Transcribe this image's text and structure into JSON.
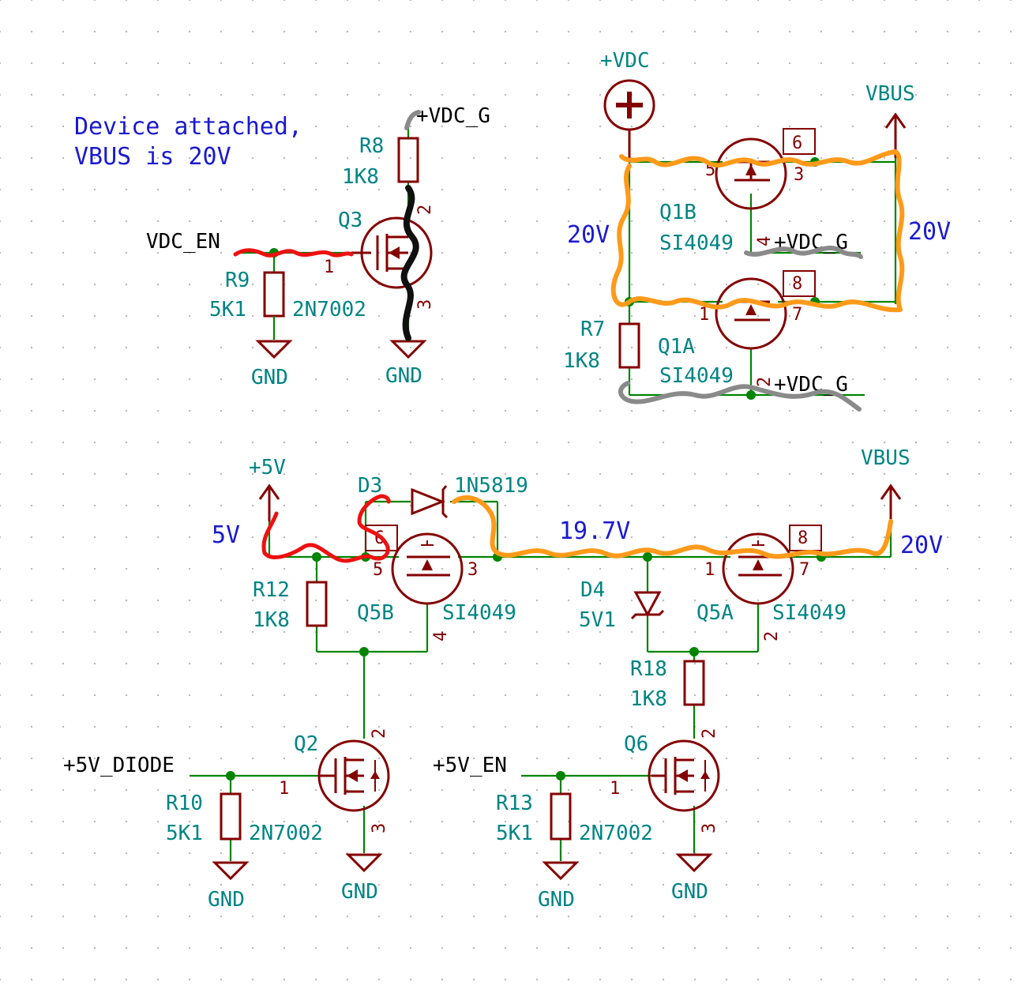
{
  "notes": {
    "device_line1": "Device attached,",
    "device_line2": "VBUS is 20V",
    "v20_left": "20V",
    "v20_right": "20V",
    "v5": "5V",
    "v19_7": "19.7V",
    "v20_bottom": "20V"
  },
  "nets": {
    "vdc_g_top": "+VDC_G",
    "vdc_en": "VDC_EN",
    "vdc": "+VDC",
    "vbus_top": "VBUS",
    "vdc_g_q1b": "+VDC_G",
    "vdc_g_q1a": "+VDC_G",
    "p5v": "+5V",
    "vbus_bottom": "VBUS",
    "p5v_diode": "+5V_DIODE",
    "p5v_en": "+5V_EN",
    "gnd_r9": "GND",
    "gnd_q3": "GND",
    "gnd_r10": "GND",
    "gnd_q2": "GND",
    "gnd_r13": "GND",
    "gnd_q6": "GND"
  },
  "components": {
    "r8": {
      "ref": "R8",
      "value": "1K8"
    },
    "r9": {
      "ref": "R9",
      "value": "5K1"
    },
    "q3": {
      "ref": "Q3",
      "value": "2N7002"
    },
    "q1b": {
      "ref": "Q1B",
      "value": "SI4049"
    },
    "q1a": {
      "ref": "Q1A",
      "value": "SI4049"
    },
    "r7": {
      "ref": "R7",
      "value": "1K8"
    },
    "d3": {
      "ref": "D3",
      "value": "1N5819"
    },
    "r12": {
      "ref": "R12",
      "value": "1K8"
    },
    "q5b": {
      "ref": "Q5B",
      "value": "SI4049"
    },
    "d4": {
      "ref": "D4",
      "value": "5V1"
    },
    "q5a": {
      "ref": "Q5A",
      "value": "SI4049"
    },
    "r18": {
      "ref": "R18",
      "value": "1K8"
    },
    "q2": {
      "ref": "Q2",
      "value": "2N7002"
    },
    "r10": {
      "ref": "R10",
      "value": "5K1"
    },
    "q6": {
      "ref": "Q6",
      "value": "2N7002"
    },
    "r13": {
      "ref": "R13",
      "value": "5K1"
    }
  },
  "pins": {
    "q3_1": "1",
    "q3_2": "2",
    "q3_3": "3",
    "q1b_5": "5",
    "q1b_6": "6",
    "q1b_3": "3",
    "q1b_4": "4",
    "q1a_1": "1",
    "q1a_8": "8",
    "q1a_7": "7",
    "q1a_2": "2",
    "q5b_6": "6",
    "q5b_5": "5",
    "q5b_3": "3",
    "q5b_4": "4",
    "q5a_8": "8",
    "q5a_1": "1",
    "q5a_7": "7",
    "q5a_2": "2",
    "q2_1": "1",
    "q2_2": "2",
    "q2_3": "3",
    "q6_1": "1",
    "q6_2": "2",
    "q6_3": "3"
  },
  "colors": {
    "wire": "#008400",
    "component": "#840000",
    "label": "#008484",
    "annotation": "#1a1ad0",
    "highlight_20v": "#ff9a1a",
    "highlight_5v": "#ee1111",
    "highlight_gate": "#8a8a8a",
    "highlight_gnd": "#101010"
  }
}
